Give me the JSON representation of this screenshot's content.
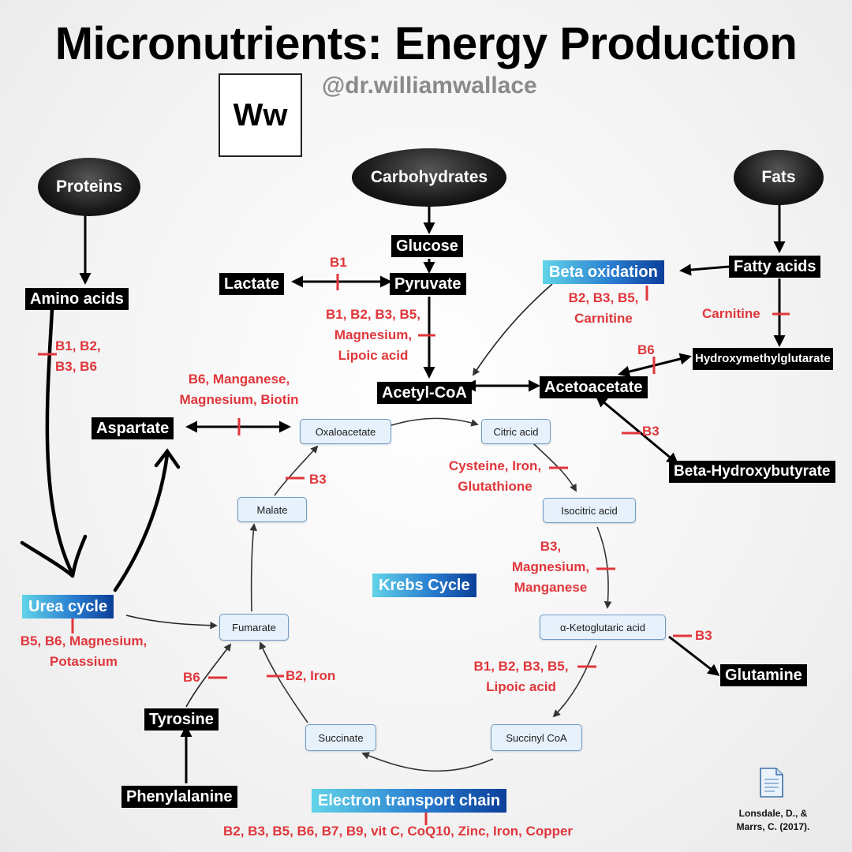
{
  "header": {
    "title": "Micronutrients: Energy Production",
    "handle": "@dr.williamwallace",
    "logo_text": "Ww"
  },
  "sources": {
    "proteins": "Proteins",
    "carbohydrates": "Carbohydrates",
    "fats": "Fats"
  },
  "nodes": {
    "amino_acids": "Amino acids",
    "glucose": "Glucose",
    "lactate": "Lactate",
    "pyruvate": "Pyruvate",
    "beta_oxidation": "Beta oxidation",
    "fatty_acids": "Fatty acids",
    "hydroxymethylglutarate": "Hydroxymethylglutarate",
    "acetyl_coa": "Acetyl-CoA",
    "acetoacetate": "Acetoacetate",
    "aspartate": "Aspartate",
    "beta_hydroxybutyrate": "Beta-Hydroxybutyrate",
    "urea_cycle": "Urea cycle",
    "krebs_cycle": "Krebs Cycle",
    "glutamine": "Glutamine",
    "tyrosine": "Tyrosine",
    "phenylalanine": "Phenylalanine",
    "electron_transport_chain": "Electron transport chain"
  },
  "krebs": {
    "oxaloacetate": "Oxaloacetate",
    "citric_acid": "Citric acid",
    "isocitric_acid": "Isocitric acid",
    "a_ketoglutaric_acid": "α-Ketoglutaric acid",
    "succinyl_coa": "Succinyl CoA",
    "succinate": "Succinate",
    "fumarate": "Fumarate",
    "malate": "Malate"
  },
  "cofactors": {
    "lactate_pyruvate": "B1",
    "pyruvate_acetyl": [
      "B1, B2, B3, B5,",
      "Magnesium,",
      "Lipoic acid"
    ],
    "beta_oxidation": [
      "B2, B3, B5,",
      "Carnitine"
    ],
    "carnitine": "Carnitine",
    "hmg": "B6",
    "amino_acids": [
      "B1, B2,",
      "B3, B6"
    ],
    "aspartate": [
      "B6, Manganese,",
      "Magnesium, Biotin"
    ],
    "beta_hydroxybutyrate": "B3",
    "citric_isocitric": [
      "Cysteine, Iron,",
      "Glutathione"
    ],
    "malate_oxaloacetate": "B3",
    "isocitric_ketoglutaric": [
      "B3,",
      "Magnesium,",
      "Manganese"
    ],
    "urea_cycle": [
      "B5, B6, Magnesium,",
      "Potassium"
    ],
    "glutamine": "B3",
    "tyrosine_fumarate": "B6",
    "succinate_fumarate": "B2, Iron",
    "ketoglutaric_succinyl": [
      "B1, B2, B3, B5,",
      "Lipoic acid"
    ],
    "etc": "B2, B3, B5, B6, B7, B9, vit C, CoQ10, Zinc, Iron, Copper"
  },
  "reference": [
    "Lonsdale, D., &",
    "Marrs, C. (2017)."
  ],
  "colors": {
    "cofactor_red": "#e0363b",
    "box_black": "#000000",
    "gradient_start": "#62d4e8",
    "gradient_end": "#0b3f9a",
    "krebs_box_fill": "#e7f1fb",
    "krebs_box_border": "#6f9bc6"
  }
}
